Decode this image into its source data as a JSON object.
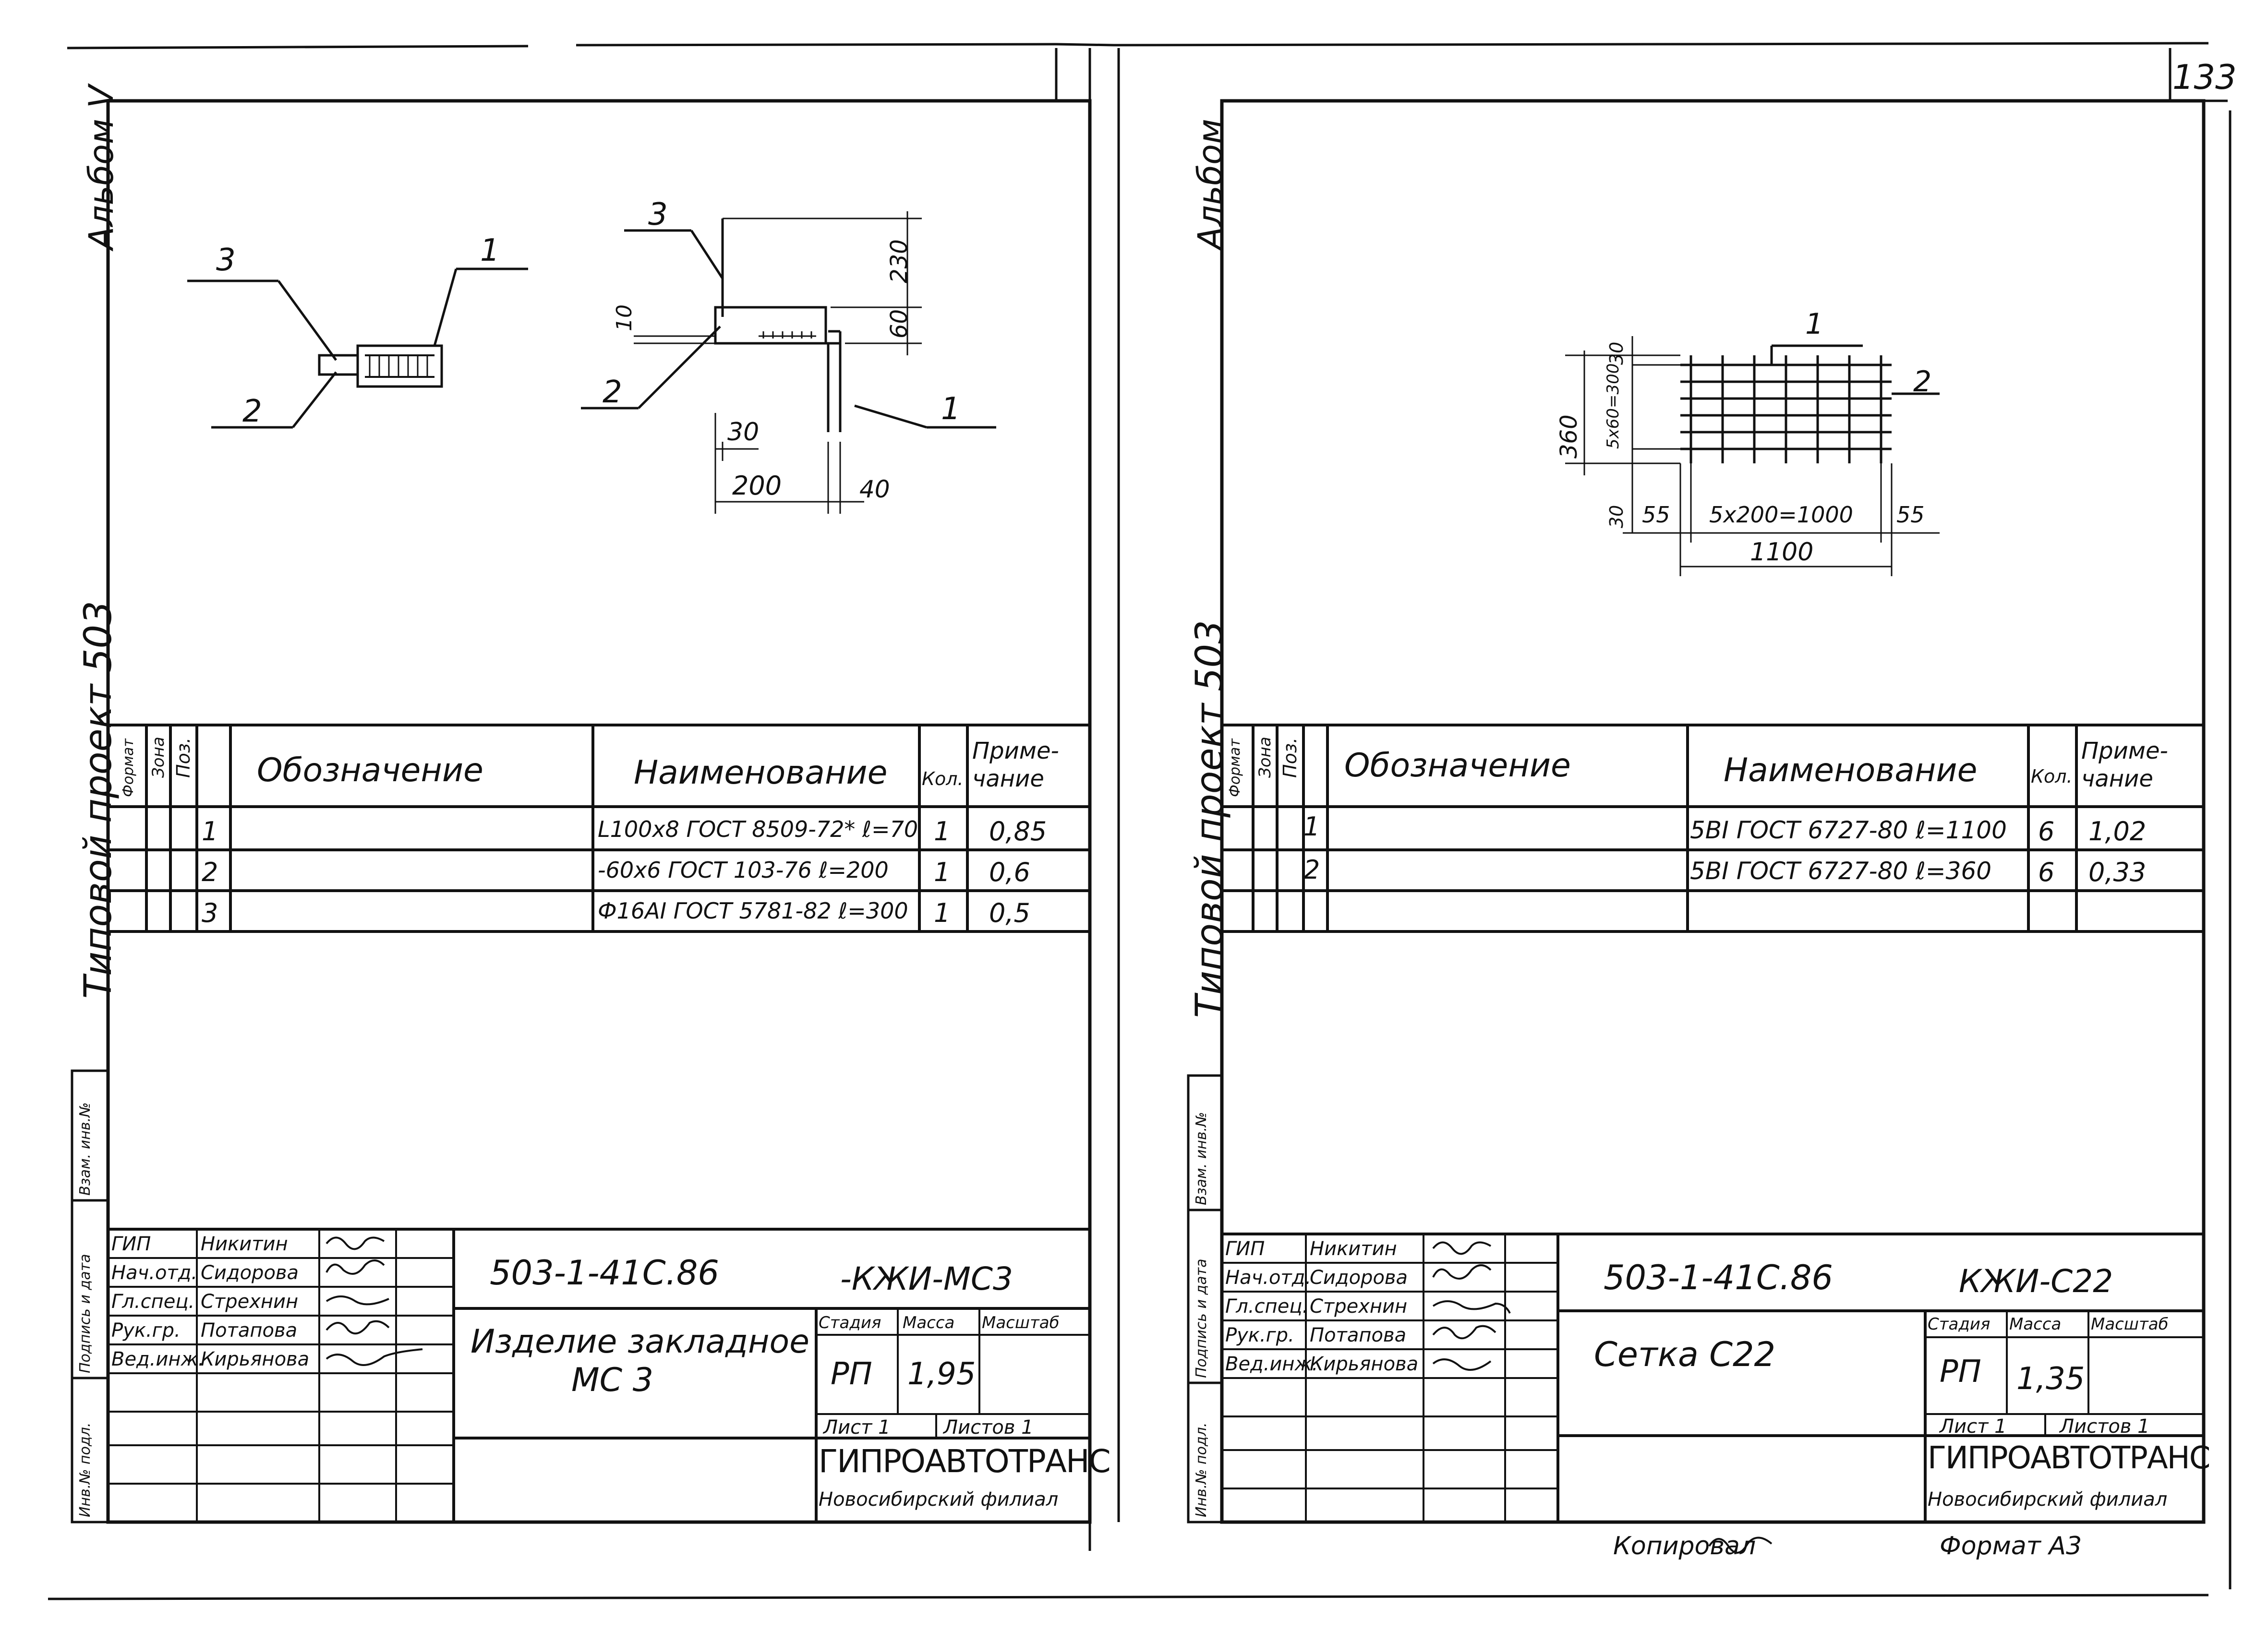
{
  "page_number": "133",
  "left_sheet": {
    "album_label": "Альбом V",
    "project_label": "Типовой проект 503",
    "drawing": {
      "callouts_plan": [
        "3",
        "1",
        "2"
      ],
      "callouts_section": [
        "3",
        "2",
        "1"
      ],
      "dims": [
        "230",
        "60",
        "10",
        "30",
        "200",
        "40"
      ]
    },
    "table": {
      "headers": {
        "format": "Формат",
        "zone": "Зона",
        "pos": "Поз.",
        "designation": "Обозначение",
        "name": "Наименование",
        "qty": "Кол.",
        "note": "Приме-чание"
      },
      "rows": [
        {
          "pos": "1",
          "name": "L100x8 ГОСТ 8509-72* ℓ=70",
          "qty": "1",
          "note": "0,85"
        },
        {
          "pos": "2",
          "name": "-60x6 ГОСТ 103-76 ℓ=200",
          "qty": "1",
          "note": "0,6"
        },
        {
          "pos": "3",
          "name": "Ф16АI ГОСТ 5781-82 ℓ=300",
          "qty": "1",
          "note": "0,5"
        }
      ]
    },
    "side_stamp": [
      "Инв.№ подл.",
      "Подпись и дата",
      "Взам. инв.№"
    ],
    "title_block": {
      "roles": [
        "ГИП",
        "Нач.отд.",
        "Гл.спец.",
        "Рук.гр.",
        "Вед.инж."
      ],
      "names": [
        "Никитин",
        "Сидорова",
        "Стрехнин",
        "Потапова",
        "Кирьянова"
      ],
      "doc_code": "503-1-41С.86",
      "doc_suffix": "-КЖИ-МС3",
      "title_line1": "Изделие закладное",
      "title_line2": "МС 3",
      "stage_header": "Стадия",
      "mass_header": "Масса",
      "scale_header": "Масштаб",
      "stage": "РП",
      "mass": "1,95",
      "sheet": "Лист 1",
      "sheets": "Листов 1",
      "org": "ГИПРОАВТОТРАНС",
      "branch": "Новосибирский филиал"
    }
  },
  "right_sheet": {
    "album_label": "Альбом",
    "project_label": "Типовой проект 503",
    "drawing": {
      "callouts": [
        "1",
        "2"
      ],
      "dims": [
        "360",
        "5x60=300",
        "30",
        "30",
        "55",
        "5x200=1000",
        "55",
        "1100"
      ]
    },
    "table": {
      "headers": {
        "format": "Формат",
        "zone": "Зона",
        "pos": "Поз.",
        "designation": "Обозначение",
        "name": "Наименование",
        "qty": "Кол.",
        "note": "Приме-чание"
      },
      "rows": [
        {
          "pos": "1",
          "name": "5ВI ГОСТ 6727-80 ℓ=1100",
          "qty": "6",
          "note": "1,02"
        },
        {
          "pos": "2",
          "name": "5ВI ГОСТ 6727-80 ℓ=360",
          "qty": "6",
          "note": "0,33"
        }
      ]
    },
    "side_stamp": [
      "Инв.№ подл.",
      "Подпись и дата",
      "Взам. инв.№"
    ],
    "title_block": {
      "roles": [
        "ГИП",
        "Нач.отд.",
        "Гл.спец.",
        "Рук.гр.",
        "Вед.инж."
      ],
      "names": [
        "Никитин",
        "Сидорова",
        "Стрехнин",
        "Потапова",
        "Кирьянова"
      ],
      "doc_code": "503-1-41С.86",
      "doc_suffix": "КЖИ-С22",
      "title_line1": "Сетка С22",
      "stage_header": "Стадия",
      "mass_header": "Масса",
      "scale_header": "Масштаб",
      "stage": "РП",
      "mass": "1,35",
      "sheet": "Лист 1",
      "sheets": "Листов 1",
      "org": "ГИПРОАВТОТРАНС",
      "branch": "Новосибирский филиал"
    },
    "copied_by": "Копировал",
    "format": "Формат А3"
  }
}
